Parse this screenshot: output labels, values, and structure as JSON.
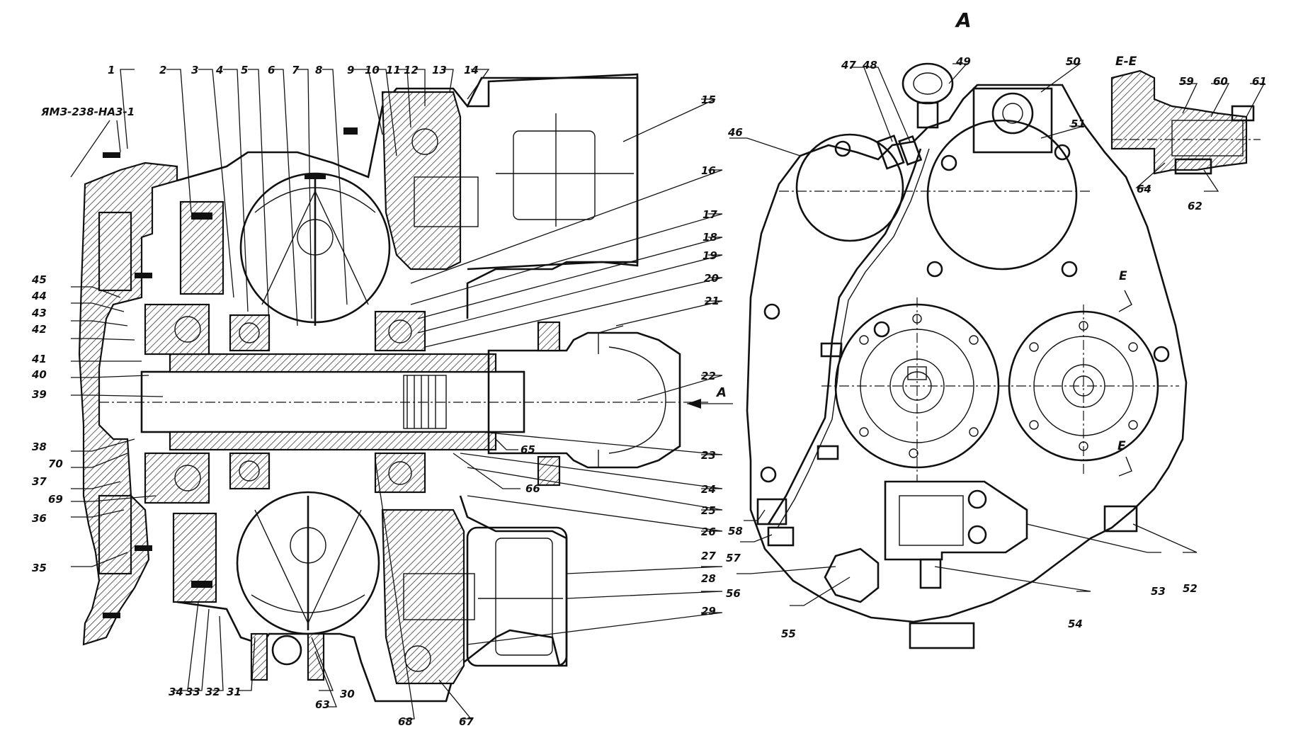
{
  "view_labels": {
    "view_a": "A",
    "section_ee": "E-E",
    "engine_model": "ЯМЗ-238-НА3-1"
  },
  "section_marks": {
    "e_upper": "E",
    "e_lower": "E",
    "arrow_a": "A"
  },
  "callouts": {
    "n1": "1",
    "n2": "2",
    "n3": "3",
    "n4": "4",
    "n5": "5",
    "n6": "6",
    "n7": "7",
    "n8": "8",
    "n9": "9",
    "n10": "10",
    "n11": "11",
    "n12": "12",
    "n13": "13",
    "n14": "14",
    "n15": "15",
    "n16": "16",
    "n17": "17",
    "n18": "18",
    "n19": "19",
    "n20": "20",
    "n21": "21",
    "n22": "22",
    "n23": "23",
    "n24": "24",
    "n25": "25",
    "n26": "26",
    "n27": "27",
    "n28": "28",
    "n29": "29",
    "n30": "30",
    "n31": "31",
    "n32": "32",
    "n33": "33",
    "n34": "34",
    "n35": "35",
    "n36": "36",
    "n37": "37",
    "n38": "38",
    "n39": "39",
    "n40": "40",
    "n41": "41",
    "n42": "42",
    "n43": "43",
    "n44": "44",
    "n45": "45",
    "n46": "46",
    "n47": "47",
    "n48": "48",
    "n49": "49",
    "n50": "50",
    "n51": "51",
    "n52": "52",
    "n53": "53",
    "n54": "54",
    "n55": "55",
    "n56": "56",
    "n57": "57",
    "n58": "58",
    "n59": "59",
    "n60": "60",
    "n61": "61",
    "n62": "62",
    "n63": "63",
    "n64": "64",
    "n65": "65",
    "n66": "66",
    "n67": "67",
    "n68": "68",
    "n69": "69",
    "n70": "70"
  },
  "colors": {
    "ink": "#111111",
    "paper": "#ffffff"
  }
}
